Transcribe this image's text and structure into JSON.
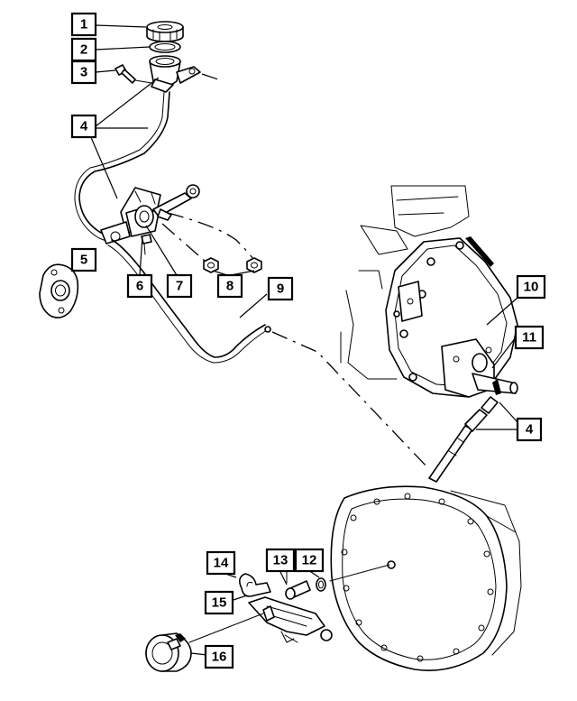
{
  "callouts": [
    {
      "label": "1"
    },
    {
      "label": "2"
    },
    {
      "label": "3"
    },
    {
      "label": "4"
    },
    {
      "label": "5"
    },
    {
      "label": "6"
    },
    {
      "label": "7"
    },
    {
      "label": "8"
    },
    {
      "label": "9"
    },
    {
      "label": "10"
    },
    {
      "label": "11"
    },
    {
      "label": "4"
    },
    {
      "label": "14"
    },
    {
      "label": "13"
    },
    {
      "label": "12"
    },
    {
      "label": "15"
    },
    {
      "label": "16"
    }
  ]
}
